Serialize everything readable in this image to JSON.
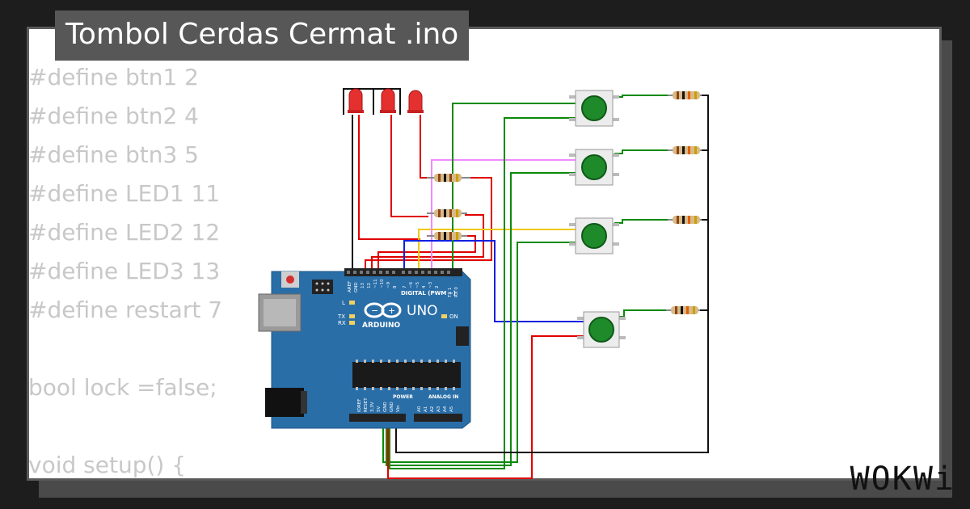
{
  "title": "Tombol Cerdas Cermat .ino",
  "code_lines": [
    "#define btn1 2",
    "#define btn2 4",
    "#define btn3 5",
    "#define LED1 11",
    "#define LED2 12",
    "#define LED3 13",
    "#define restart 7",
    "",
    "bool lock =false;",
    "",
    "void setup() {"
  ],
  "board": {
    "brand": "ARDUINO",
    "model": "UNO",
    "digital_header": "DIGITAL (PWM ~)",
    "power_header": "POWER",
    "analog_header": "ANALOG IN",
    "on_label": "ON",
    "l_label": "L",
    "tx_label": "TX",
    "rx_label": "RX",
    "digital_pins": [
      "AREF",
      "GND",
      "13",
      "12",
      "~11",
      "~10",
      "~9",
      "8",
      "7",
      "~6",
      "~5",
      "4",
      "~3",
      "2",
      "TX 1",
      "RX 0"
    ],
    "power_pins": [
      "IOREF",
      "RESET",
      "3.3V",
      "5V",
      "GND",
      "GND",
      "Vin"
    ],
    "analog_pins": [
      "A0",
      "A1",
      "A2",
      "A3",
      "A4",
      "A5"
    ]
  },
  "brand_logo": "WOKWi",
  "colors": {
    "board_blue": "#2a6ea8",
    "button_green": "#1f8a2a",
    "led_red": "#e53030",
    "wire_red": "#e00000",
    "wire_green": "#0a8a0a",
    "wire_blue": "#1020e0",
    "wire_yellow": "#f0c800",
    "wire_pink": "#f08aff",
    "wire_black": "#111111"
  },
  "icons": [
    "led-icon",
    "pushbutton-icon",
    "resistor-icon",
    "arduino-infinity-logo-icon",
    "usb-port-icon",
    "power-jack-icon",
    "reset-button-icon"
  ]
}
